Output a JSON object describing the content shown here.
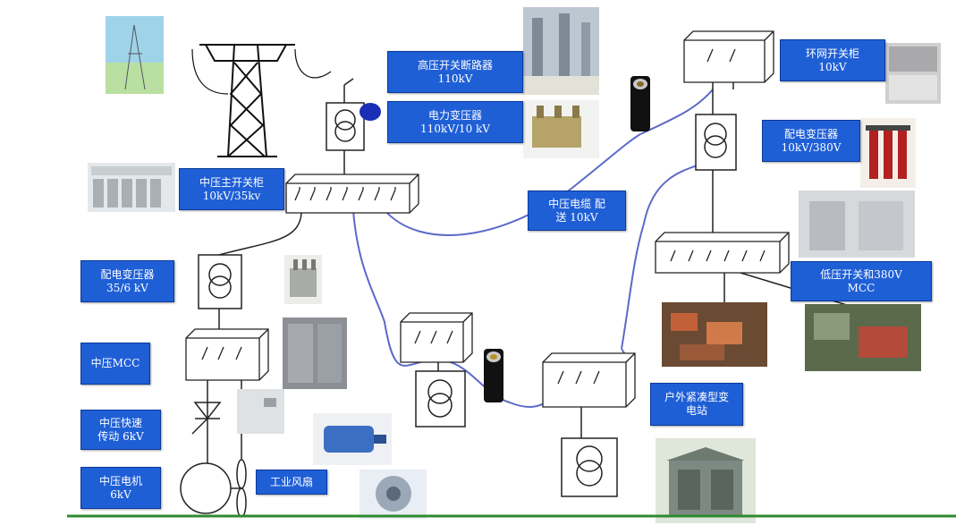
{
  "labels": {
    "hv_breaker": {
      "title": "高压开关断路器",
      "value": "110kV"
    },
    "power_transformer": {
      "title": "电力变压器",
      "value": "110kV/10 kV"
    },
    "ring_switch": {
      "title": "环网开关柜",
      "value": "10kV"
    },
    "dist_transformer_right": {
      "title": "配电变压器",
      "value": "10kV/380V"
    },
    "mv_main_switchgear": {
      "title": "中压主开关柜",
      "value": "10kV/35kv"
    },
    "mv_cable": {
      "title": "中压电缆 配",
      "value": "送 10kV"
    },
    "lv_switch_mcc": {
      "title": "低压开关和380V",
      "value": "MCC"
    },
    "dist_transformer_left": {
      "title": "配电变压器",
      "value": "35/6 kV"
    },
    "mv_mcc": {
      "title": "中压MCC"
    },
    "mv_fast_drive": {
      "title": "中压快速",
      "value": "传动 6kV"
    },
    "mv_motor": {
      "title": "中压电机",
      "value": "6kV"
    },
    "industrial_fan": {
      "title": "工业风扇"
    },
    "outdoor_substation": {
      "title": "户外紧凑型变",
      "value": "电站"
    }
  },
  "colors": {
    "label_bg": "#1f5fd6",
    "cable": "#5a6ac8",
    "ground": "#2e8b2e"
  },
  "icons": [
    "power-tower-icon",
    "transformer-icon",
    "switchgear-icon",
    "thyristor-icon",
    "motor-icon",
    "fan-icon",
    "cable-icon"
  ]
}
